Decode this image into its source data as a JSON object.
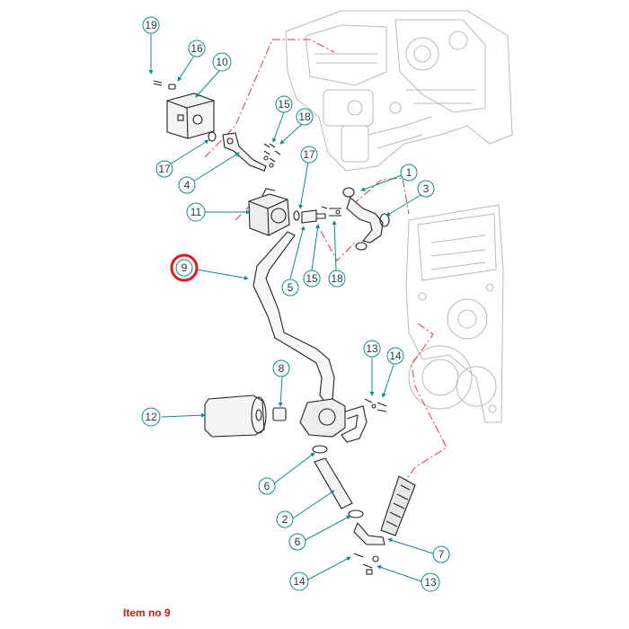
{
  "colors": {
    "callout": "#0f8a8a",
    "highlight": "#e01b1b",
    "part_stroke": "#222222",
    "engine_stroke": "#b8b8b8",
    "phantom_line": "#e03a3a"
  },
  "callouts": {
    "c1": "1",
    "c2": "2",
    "c3": "3",
    "c4": "4",
    "c5": "5",
    "c6a": "6",
    "c6b": "6",
    "c7": "7",
    "c8": "8",
    "c9": "9",
    "c10": "10",
    "c11": "11",
    "c12": "12",
    "c13a": "13",
    "c13b": "13",
    "c14a": "14",
    "c14b": "14",
    "c15a": "15",
    "c15b": "15",
    "c16": "16",
    "c17a": "17",
    "c17b": "17",
    "c18a": "18",
    "c18b": "18",
    "c19": "19"
  },
  "highlighted_item": "9",
  "caption": "Item no 9"
}
